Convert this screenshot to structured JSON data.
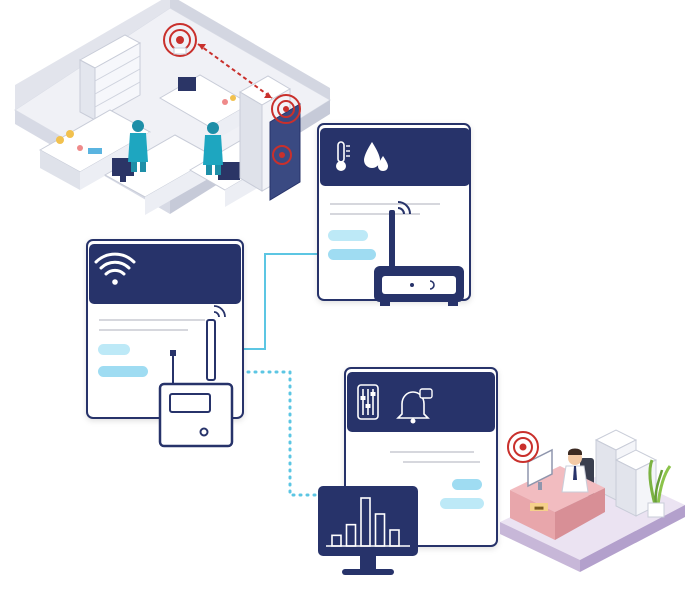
{
  "colors": {
    "navy": "#27336a",
    "panel_white": "#ffffff",
    "pill_light": "#bde9f7",
    "pill_mid": "#9fdcf2",
    "connector": "#5cc6e3",
    "alarm_red": "#c9302c",
    "room_floor": "#ecedf3",
    "room_wall": "#d9dce6",
    "desk": "#e8a6ab",
    "desk_base": "#c7b7d8",
    "grid_line": "#d6d7dd"
  },
  "icons": {
    "temperature": "thermometer-icon",
    "humidity": "water-drops-icon",
    "wireless": "wifi-icon",
    "controls": "sliders-icon",
    "alert": "bell-alert-icon",
    "dashboard": "bar-chart-monitor-icon"
  },
  "chart_data": {
    "type": "bar",
    "values": [
      2,
      4,
      9,
      6,
      3
    ]
  },
  "desk_sign": {
    "text": "■■■"
  }
}
